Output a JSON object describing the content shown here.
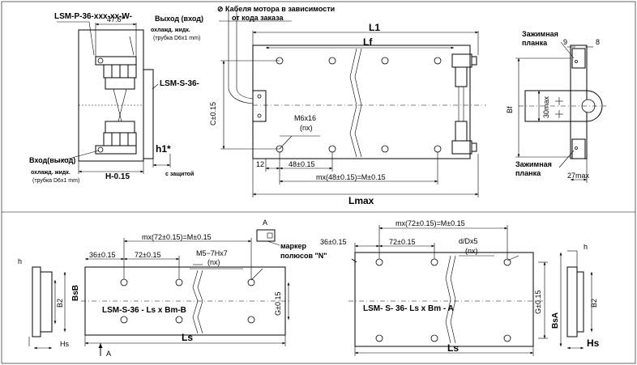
{
  "top_left": {
    "model": "LSM-P-36-xxx-xx-W-",
    "outlet_label": "Выход (вход)",
    "coolant_label": "охлажд. жидк.",
    "tube_label": "(трубка D6х1 mm)",
    "dim_width": "47.6*",
    "secondary_label": "LSM-S-36-",
    "inlet_label": "Вход(выход)",
    "dim_h": "H-0.15",
    "dim_h1": "h1*",
    "with_cover": "с защитой"
  },
  "top_center": {
    "cable_label": "⊘ Кабеля мотора в зависимости",
    "cable_label_2": "от кода заказа",
    "dim_l1": "L1",
    "dim_lf": "Lf",
    "dim_c": "C±0.15",
    "thread": "M6x16",
    "nx": "(nx)",
    "dim_12": "12",
    "dim_48": "48±0.15",
    "dim_mx": "mx(48±0.15)=M±0.15",
    "dim_lmax": "Lmax"
  },
  "top_right": {
    "clamp_label": "Зажимная",
    "clamp_label_2": "планка",
    "dim_9": "9",
    "dim_8": "8",
    "dim_bf": "Bf",
    "dim_30": "30max",
    "dim_27": "27max"
  },
  "marker": {
    "view_a": "A",
    "label": "маркер",
    "label_2": "полюсов \"N\""
  },
  "bottom_left": {
    "dim_h": "h",
    "dim_36": "36±0.15",
    "dim_72": "72±0.15",
    "dim_mx": "mx(72±0.15)=M±0.15",
    "thread": "M5−7Hx7",
    "nx": "(nx)",
    "model": "LSM-S-36 - Ls x Bm-B",
    "dim_bsb": "BsB",
    "dim_b2": "B2",
    "dim_g": "G±0.15",
    "dim_ls": "Ls",
    "dim_hs": "Hs",
    "view_a": "A"
  },
  "bottom_right": {
    "dim_36": "36±0.15",
    "dim_72": "72±0.15",
    "dim_mx": "mx(72±0.15)=M±0.15",
    "hole_spec": "d/Dx5",
    "nx": "(nx)",
    "model": "LSM- S- 36- Ls x Bm - A",
    "dim_g": "G±0.15",
    "dim_bsa": "BsA",
    "dim_b2": "B2",
    "dim_h": "h",
    "dim_ls": "Ls",
    "dim_hs": "Hs"
  }
}
